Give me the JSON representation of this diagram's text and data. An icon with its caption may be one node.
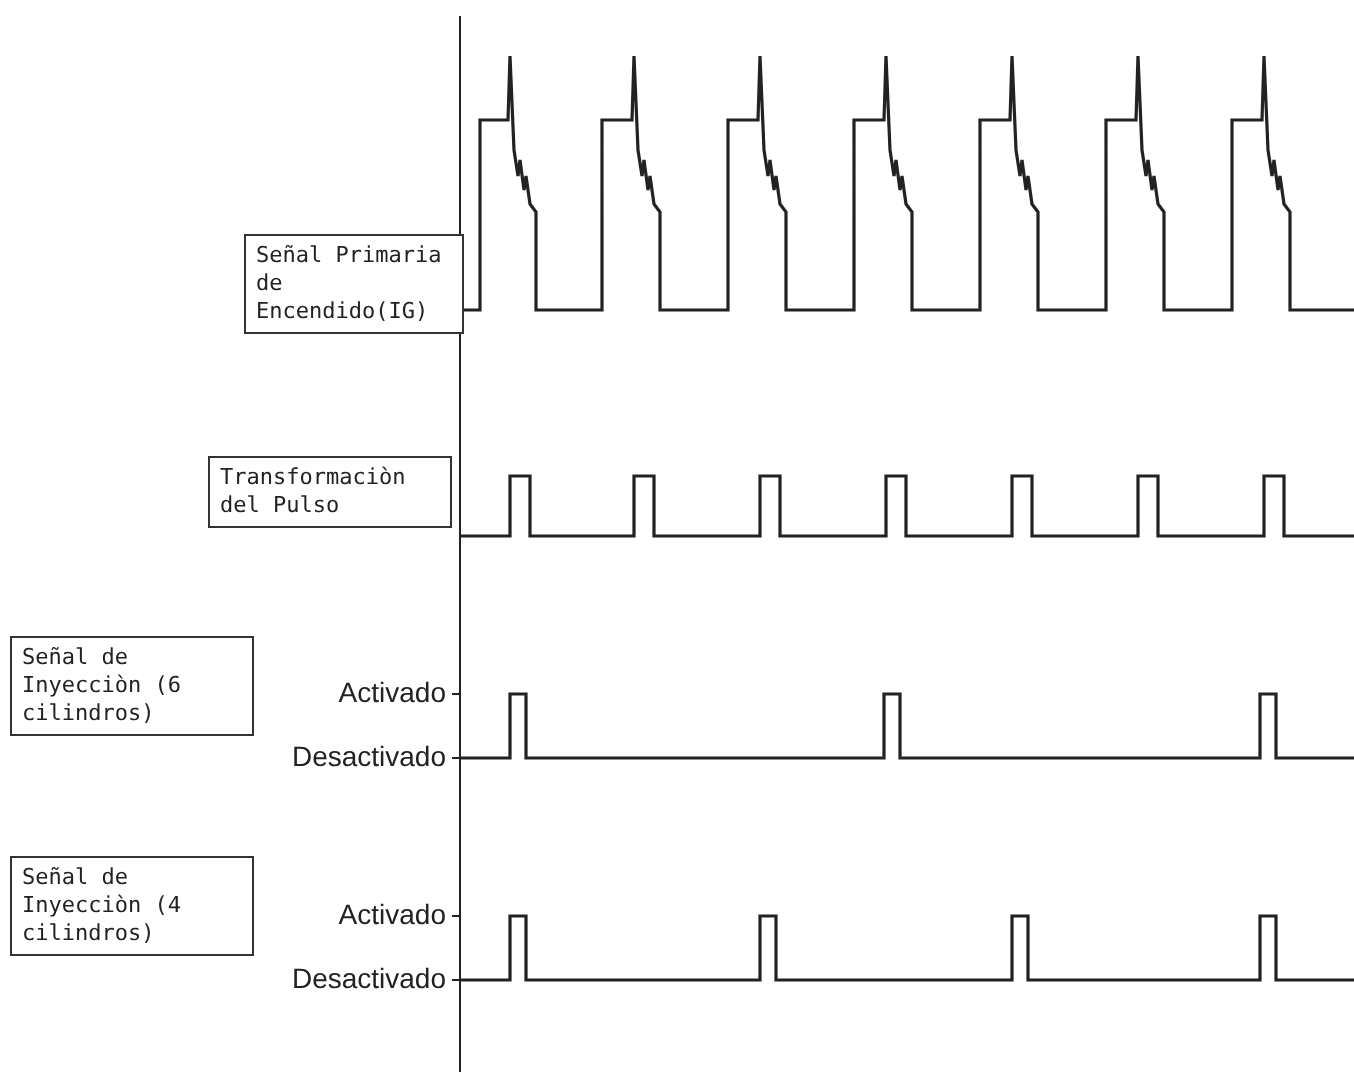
{
  "diagram": {
    "nodes": [
      {
        "text": [
          "Señal Primaria de Encendido(IG)"
        ]
      },
      {
        "text": [
          "Transformaciòn del Pulso"
        ]
      },
      {
        "text": [
          "Señal de Inyecciòn (6 cilindros)"
        ]
      },
      {
        "text": [
          "Señal de Inyecciòn (4 cilindros)"
        ]
      }
    ],
    "labels": [
      "Activado",
      "Desactivado",
      "Activado",
      "Desactivado"
    ]
  }
}
